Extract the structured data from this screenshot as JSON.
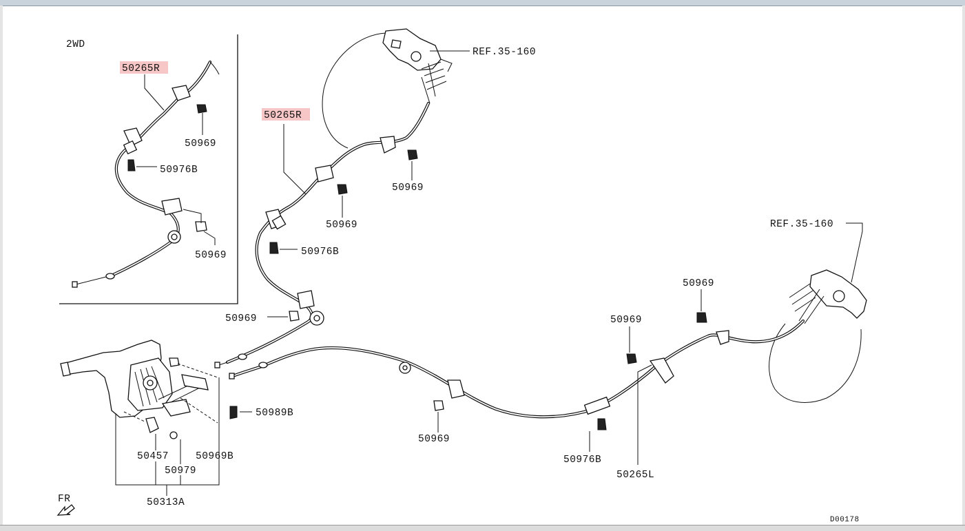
{
  "inset": {
    "variant_label": "2WD"
  },
  "labels": {
    "inset_cable": "50265R",
    "inset_nut_upper": "50969",
    "inset_bolt": "50976B",
    "inset_nut_lower": "50969",
    "main_cable_r": "50265R",
    "ref_upper": "REF.35-160",
    "nut_r_upper": "50969",
    "nut_r_mid": "50969",
    "bolt_r": "50976B",
    "nut_r_lower": "50969",
    "ref_right": "REF.35-160",
    "nut_right_top": "50969",
    "nut_center_right": "50969",
    "bolt_lever": "50989B",
    "nut_center": "50969",
    "bolt_center_right": "50976B",
    "cable_l": "50265L",
    "lever_part_1": "50457",
    "lever_part_2": "50969B",
    "lever_part_3": "50979",
    "lever_assembly": "50313A",
    "front_marker": "FR",
    "diagram_code": "D00178"
  }
}
